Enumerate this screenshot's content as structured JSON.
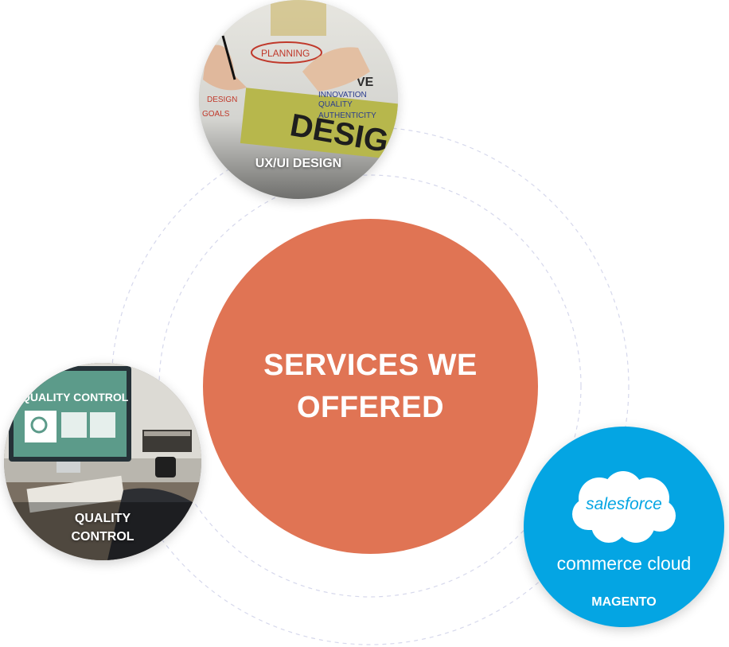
{
  "center": {
    "title": "SERVICES WE OFFERED"
  },
  "services": [
    {
      "label": "UX/UI DESIGN",
      "image": "design-planning-photo"
    },
    {
      "label": "QUALITY CONTROL",
      "image": "quality-control-desk-photo"
    },
    {
      "label": "MAGENTO",
      "logo_word": "salesforce",
      "logo_tagline": "commerce cloud",
      "image": "salesforce-commerce-cloud-logo"
    }
  ],
  "photo_text": {
    "planning": "PLANNING",
    "design": "DESIG",
    "ve": "VE",
    "notes": [
      "INNOVATION",
      "QUALITY",
      "AUTHENTICITY"
    ],
    "side_notes": [
      "DESIGN",
      "GOALS"
    ],
    "screen_title": "QUALITY CONTROL"
  },
  "colors": {
    "accent": "#e07454",
    "salesforce_blue": "#04a5e3",
    "orbit_dash": "#d6d8ec"
  }
}
